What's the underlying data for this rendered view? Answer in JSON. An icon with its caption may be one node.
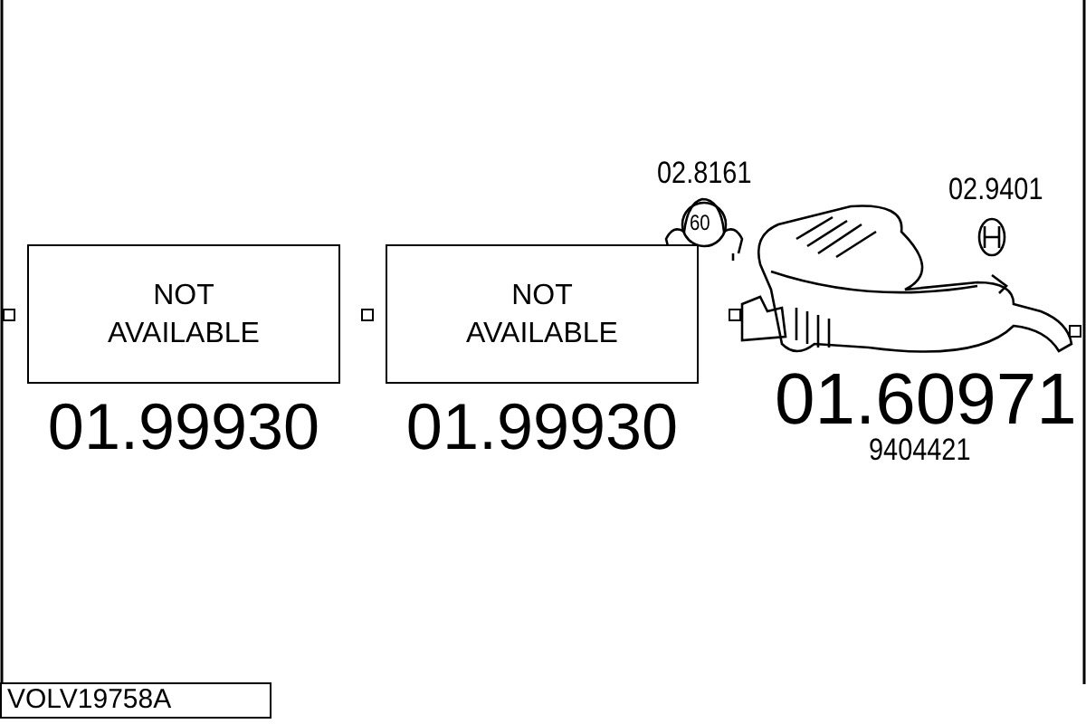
{
  "diagram": {
    "nodes": [
      {
        "text": [
          "NOT AVAILABLE"
        ],
        "beside": [
          "01.99930"
        ]
      },
      {
        "text": [
          "NOT AVAILABLE"
        ],
        "beside": [
          "01.99930"
        ]
      }
    ],
    "labels": [
      "02.8161",
      "60",
      "02.9401",
      "01.60971",
      "9404421",
      "VOLV19758A"
    ]
  }
}
